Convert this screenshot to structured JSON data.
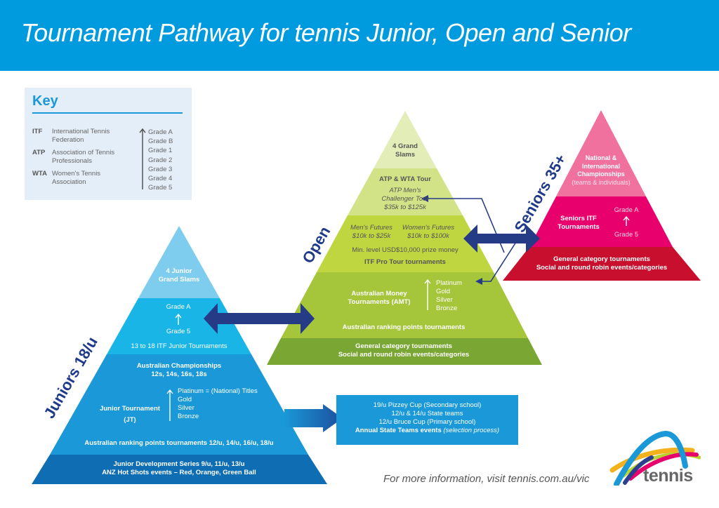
{
  "header": {
    "title": "Tournament Pathway for tennis Junior, Open and Senior"
  },
  "key": {
    "title": "Key",
    "abbreviations": [
      {
        "abbr": "ITF",
        "meaning": "International Tennis Federation"
      },
      {
        "abbr": "ATP",
        "meaning": "Association of Tennis Professionals"
      },
      {
        "abbr": "WTA",
        "meaning": "Women's Tennis Association"
      }
    ],
    "grades": [
      "Grade A",
      "Grade B",
      "Grade 1",
      "Grade 2",
      "Grade 3",
      "Grade 4",
      "Grade 5"
    ]
  },
  "juniors": {
    "title": "Juniors 18/u",
    "colors": {
      "top": "#7fcdee",
      "grade": "#19b5e6",
      "mid": "#1a98d8",
      "base": "#0f6db3"
    },
    "top": {
      "line1": "4 Junior",
      "line2": "Grand Slams"
    },
    "itf": {
      "grade_high": "Grade A",
      "grade_low": "Grade 5",
      "label": "13 to 18 ITF Junior Tournaments"
    },
    "championships": {
      "line1": "Australian Championships",
      "line2": "12s, 14s, 16s, 18s"
    },
    "jt": {
      "line1": "Junior Tournament",
      "line2": "(JT)",
      "levels": [
        "Platinum = (National) Titles",
        "Gold",
        "Silver",
        "Bronze"
      ]
    },
    "ranking": "Australian ranking points tournaments 12/u, 14/u, 16/u, 18/u",
    "base": {
      "line1": "Junior Development Series 9/u, 11/u, 13/u",
      "line2": "ANZ Hot Shots events – Red, Orange, Green Ball"
    }
  },
  "open": {
    "title": "Open",
    "colors": {
      "top": "#e3edb8",
      "tour": "#d2e287",
      "itf": "#bfd641",
      "amt": "#a5c53a",
      "base": "#7aa734"
    },
    "top": {
      "line1": "4 Grand",
      "line2": "Slams"
    },
    "tour": {
      "title": "ATP & WTA Tour",
      "sub1": "ATP Men's",
      "sub2": "Challenger Tour",
      "sub3": "$35k to $125k"
    },
    "itf": {
      "mens": {
        "line1": "Men's Futures",
        "line2": "$10k to $25k"
      },
      "womens": {
        "line1": "Women's Futures",
        "line2": "$10k to $100k"
      },
      "min_level": "Min. level USD$10,000 prize money",
      "label": "ITF Pro Tour tournaments"
    },
    "amt": {
      "line1": "Australian Money",
      "line2": "Tournaments (AMT)",
      "levels": [
        "Platinum",
        "Gold",
        "Silver",
        "Bronze"
      ]
    },
    "ranking": "Australian ranking points tournaments",
    "base": {
      "line1": "General category tournaments",
      "line2": "Social and round robin events/categories"
    }
  },
  "seniors": {
    "title": "Seniors 35+",
    "colors": {
      "top": "#f0719e",
      "itf": "#e8006d",
      "base": "#c8102e"
    },
    "top": {
      "line1": "National &",
      "line2": "International",
      "line3": "Championships",
      "line4": "(teams & individuals)"
    },
    "itf": {
      "line1": "Seniors ITF",
      "line2": "Tournaments",
      "grade_high": "Grade A",
      "grade_low": "Grade 5"
    },
    "base": {
      "line1": "General category tournaments",
      "line2": "Social and round robin events/categories"
    }
  },
  "state_teams": {
    "lines": [
      "19/u Pizzey Cup (Secondary school)",
      "12/u & 14/u State teams",
      "12/u Bruce Cup (Primary school)"
    ],
    "bold": "Annual State Teams events",
    "italic": "(selection process)"
  },
  "footer": {
    "text": "For more information, visit tennis.com.au/vic",
    "logo_word": "tennis"
  },
  "colors": {
    "header_bg": "#009bdf",
    "arrow": "#253b85",
    "key_bg": "#e4eef8"
  }
}
